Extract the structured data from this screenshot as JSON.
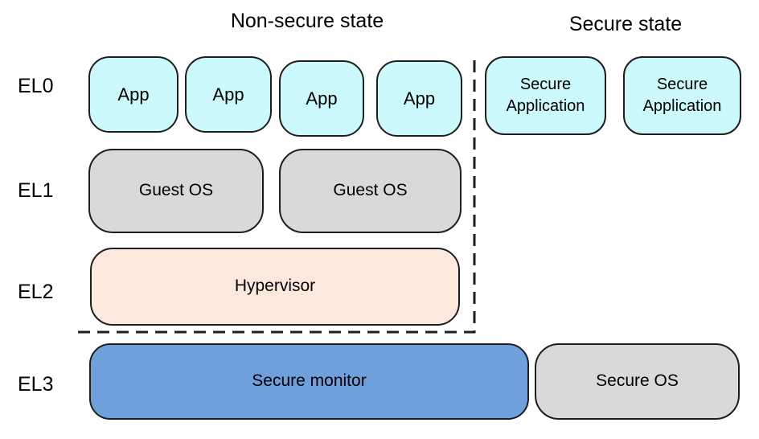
{
  "diagram": {
    "titles": {
      "non_secure": "Non-secure state",
      "secure": "Secure state"
    },
    "exception_levels": [
      {
        "label": "EL0"
      },
      {
        "label": "EL1"
      },
      {
        "label": "EL2"
      },
      {
        "label": "EL3"
      }
    ],
    "non_secure_state": {
      "apps": [
        "App",
        "App",
        "App",
        "App"
      ],
      "guest_os": [
        "Guest OS",
        "Guest OS"
      ],
      "hypervisor": "Hypervisor"
    },
    "secure_state": {
      "secure_applications": [
        "Secure Application",
        "Secure Application"
      ],
      "secure_monitor": "Secure monitor",
      "secure_os": "Secure OS"
    },
    "colors": {
      "app_fill": "#CCF9FB",
      "os_fill": "#D9D9D9",
      "hypervisor_fill": "#FBE9DD",
      "secure_monitor_fill": "#6FA0DC",
      "border": "#1E1E1E",
      "background": "#FFFFFF",
      "text": "#000000"
    }
  }
}
